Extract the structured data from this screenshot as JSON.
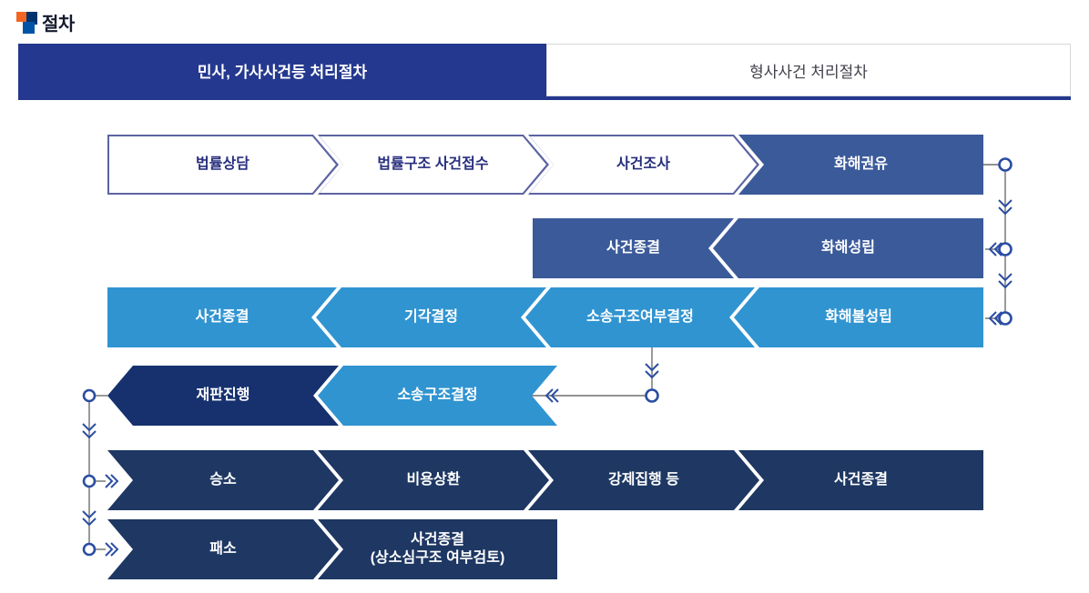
{
  "title": {
    "text": "절차"
  },
  "tabs": [
    {
      "label": "민사, 가사사건등 처리절차",
      "active": true
    },
    {
      "label": "형사사건 처리절차",
      "active": false
    }
  ],
  "flow": {
    "rows": [
      {
        "items": [
          {
            "label": "법률상담"
          },
          {
            "label": "법률구조 사건접수"
          },
          {
            "label": "사건조사"
          },
          {
            "label": "화해권유"
          }
        ]
      },
      {
        "items": [
          {
            "label": "사건종결"
          },
          {
            "label": "화해성립"
          }
        ]
      },
      {
        "items": [
          {
            "label": "사건종결"
          },
          {
            "label": "기각결정"
          },
          {
            "label": "소송구조여부결정"
          },
          {
            "label": "화해불성립"
          }
        ]
      },
      {
        "items": [
          {
            "label": "재판진행"
          },
          {
            "label": "소송구조결정"
          }
        ]
      },
      {
        "items": [
          {
            "label": "승소"
          },
          {
            "label": "비용상환"
          },
          {
            "label": "강제집행 등"
          },
          {
            "label": "사건종결"
          }
        ]
      },
      {
        "items": [
          {
            "label": "패소"
          },
          {
            "label": "사건종결",
            "label2": "(상소심구조 여부검토)"
          }
        ]
      }
    ]
  },
  "icons": {
    "title_bullet": "two-tone-square-bullet",
    "connector_node": "circle-node",
    "connector_arrow_down": "double-chevron-down",
    "connector_arrow_left": "double-chevron-left",
    "connector_arrow_right": "double-chevron-right"
  },
  "colors": {
    "tab_active_bg": "#24388f",
    "tab_idle_border": "#d9d9d9",
    "tab_idle_text": "#41414b",
    "box_medium_blue": "#3b5a9a",
    "box_light_blue": "#3094d1",
    "box_dark_navy": "#1e3763",
    "box_trial_navy": "#16316e",
    "outline_border": "#5c63a2",
    "outline_text": "#272e7d",
    "connector_line": "#6f6f6f",
    "connector_accent": "#2a4da3",
    "bullet_orange": "#f26522",
    "bullet_navy": "#00336e",
    "bullet_blue": "#0054a6"
  }
}
